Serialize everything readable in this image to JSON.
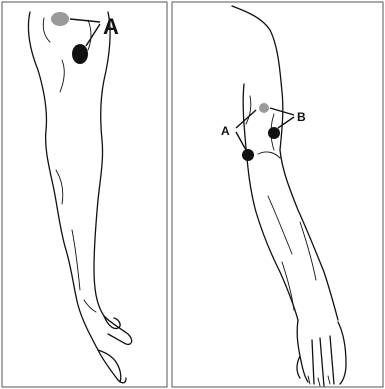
{
  "panels": [
    {
      "id": "left",
      "markers": [
        {
          "label": "A"
        }
      ]
    },
    {
      "id": "right",
      "markers": [
        {
          "label": "A"
        },
        {
          "label": "B"
        }
      ]
    }
  ],
  "colors": {
    "dark_site": "#111111",
    "light_site": "#9a9a9a",
    "line": "#111111"
  }
}
